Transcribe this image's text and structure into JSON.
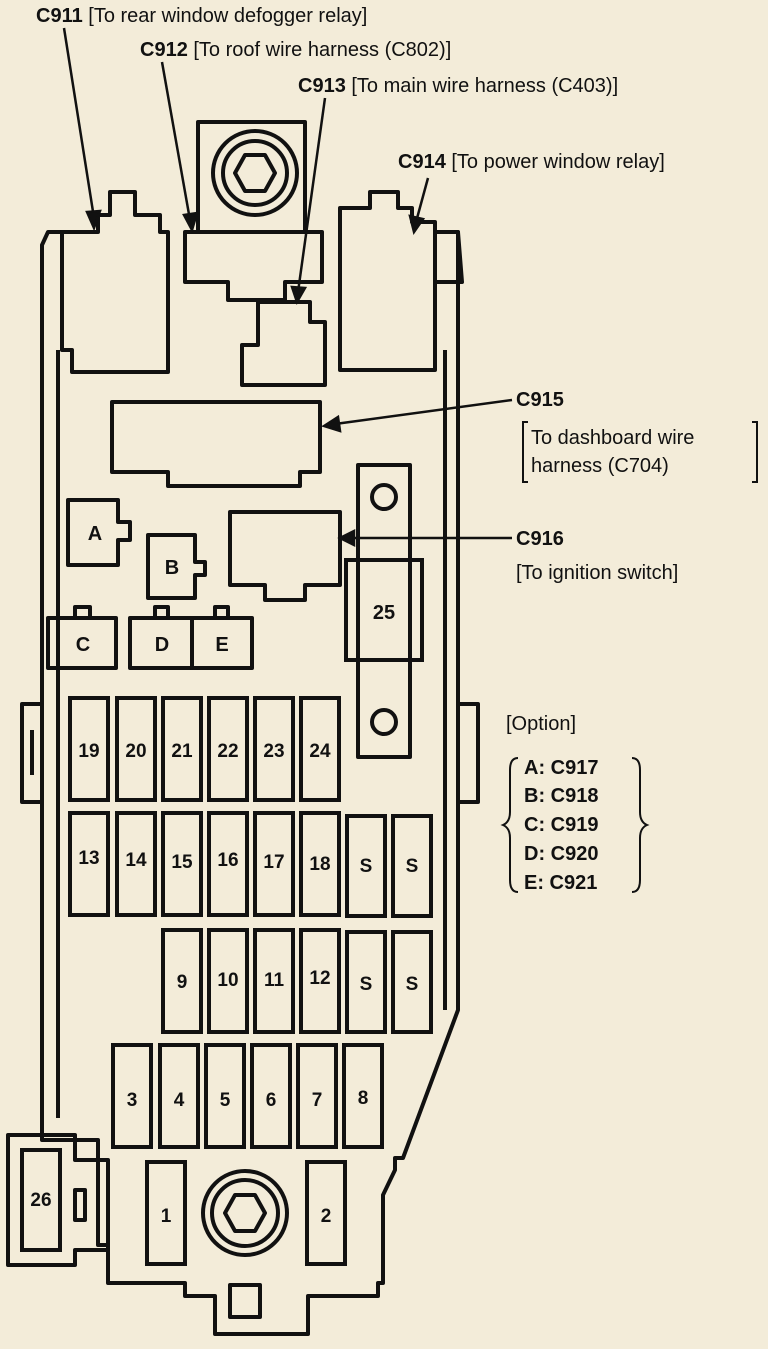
{
  "callouts": [
    {
      "id": "C911",
      "desc": "[To rear window defogger relay]"
    },
    {
      "id": "C912",
      "desc": "[To roof wire harness (C802)]"
    },
    {
      "id": "C913",
      "desc": "[To main wire harness (C403)]"
    },
    {
      "id": "C914",
      "desc": "[To power window relay]"
    },
    {
      "id": "C915",
      "desc_line1": "To dashboard wire",
      "desc_line2": "harness (C704)"
    },
    {
      "id": "C916",
      "desc": "[To ignition switch]"
    }
  ],
  "option": {
    "title": "[Option]",
    "items": [
      "A: C917",
      "B: C918",
      "C: C919",
      "D: C920",
      "E: C921"
    ]
  },
  "connectors": {
    "a": "A",
    "b": "B",
    "c": "C",
    "d": "D",
    "e": "E"
  },
  "fuses": {
    "row1": [
      "19",
      "20",
      "21",
      "22",
      "23",
      "24"
    ],
    "row2": [
      "13",
      "14",
      "15",
      "16",
      "17",
      "18",
      "S",
      "S"
    ],
    "row3": [
      "9",
      "10",
      "11",
      "12",
      "S",
      "S"
    ],
    "row4": [
      "3",
      "4",
      "5",
      "6",
      "7",
      "8"
    ],
    "f1": "1",
    "f2": "2",
    "f25": "25",
    "f26": "26"
  }
}
